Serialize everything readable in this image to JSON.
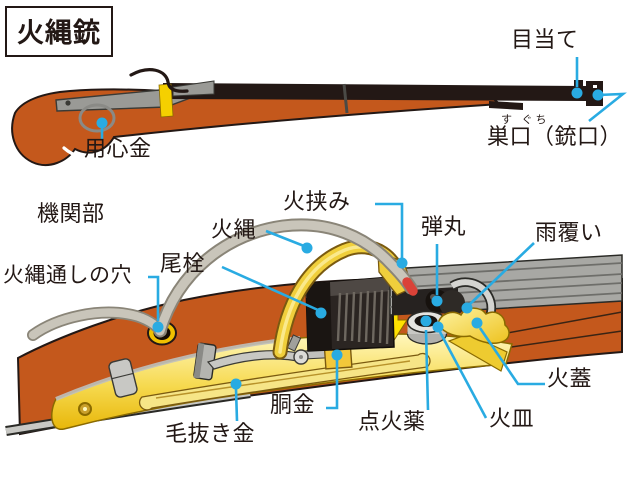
{
  "labels": {
    "title": "火縄銃",
    "sight": "目当て",
    "muzzle_furigana": "す ぐち",
    "muzzle": "巣口（銃口）",
    "trigger_guard": "用心金",
    "mechanism_section": "機関部",
    "match_cord": "火縄",
    "serpentine": "火挟み",
    "bullet": "弾丸",
    "rain_cover": "雨覆い",
    "match_cord_hole": "火縄通しの穴",
    "breech_plug": "尾栓",
    "pan_cover": "火蓋",
    "flash_pan": "火皿",
    "priming_powder": "点火薬",
    "barrel_band": "胴金",
    "tweezer_spring": "毛抜き金"
  },
  "colors": {
    "leader_blue": "#29abe2",
    "stock_orange": "#c4581c",
    "barrel_black": "#231815",
    "brass_yellow": "#f0cf3c",
    "metal_gray": "#a8a8a4",
    "match_cord_gray": "#c9c5ba",
    "match_tip_red": "#da4238",
    "text": "#231815",
    "background": "#ffffff"
  }
}
